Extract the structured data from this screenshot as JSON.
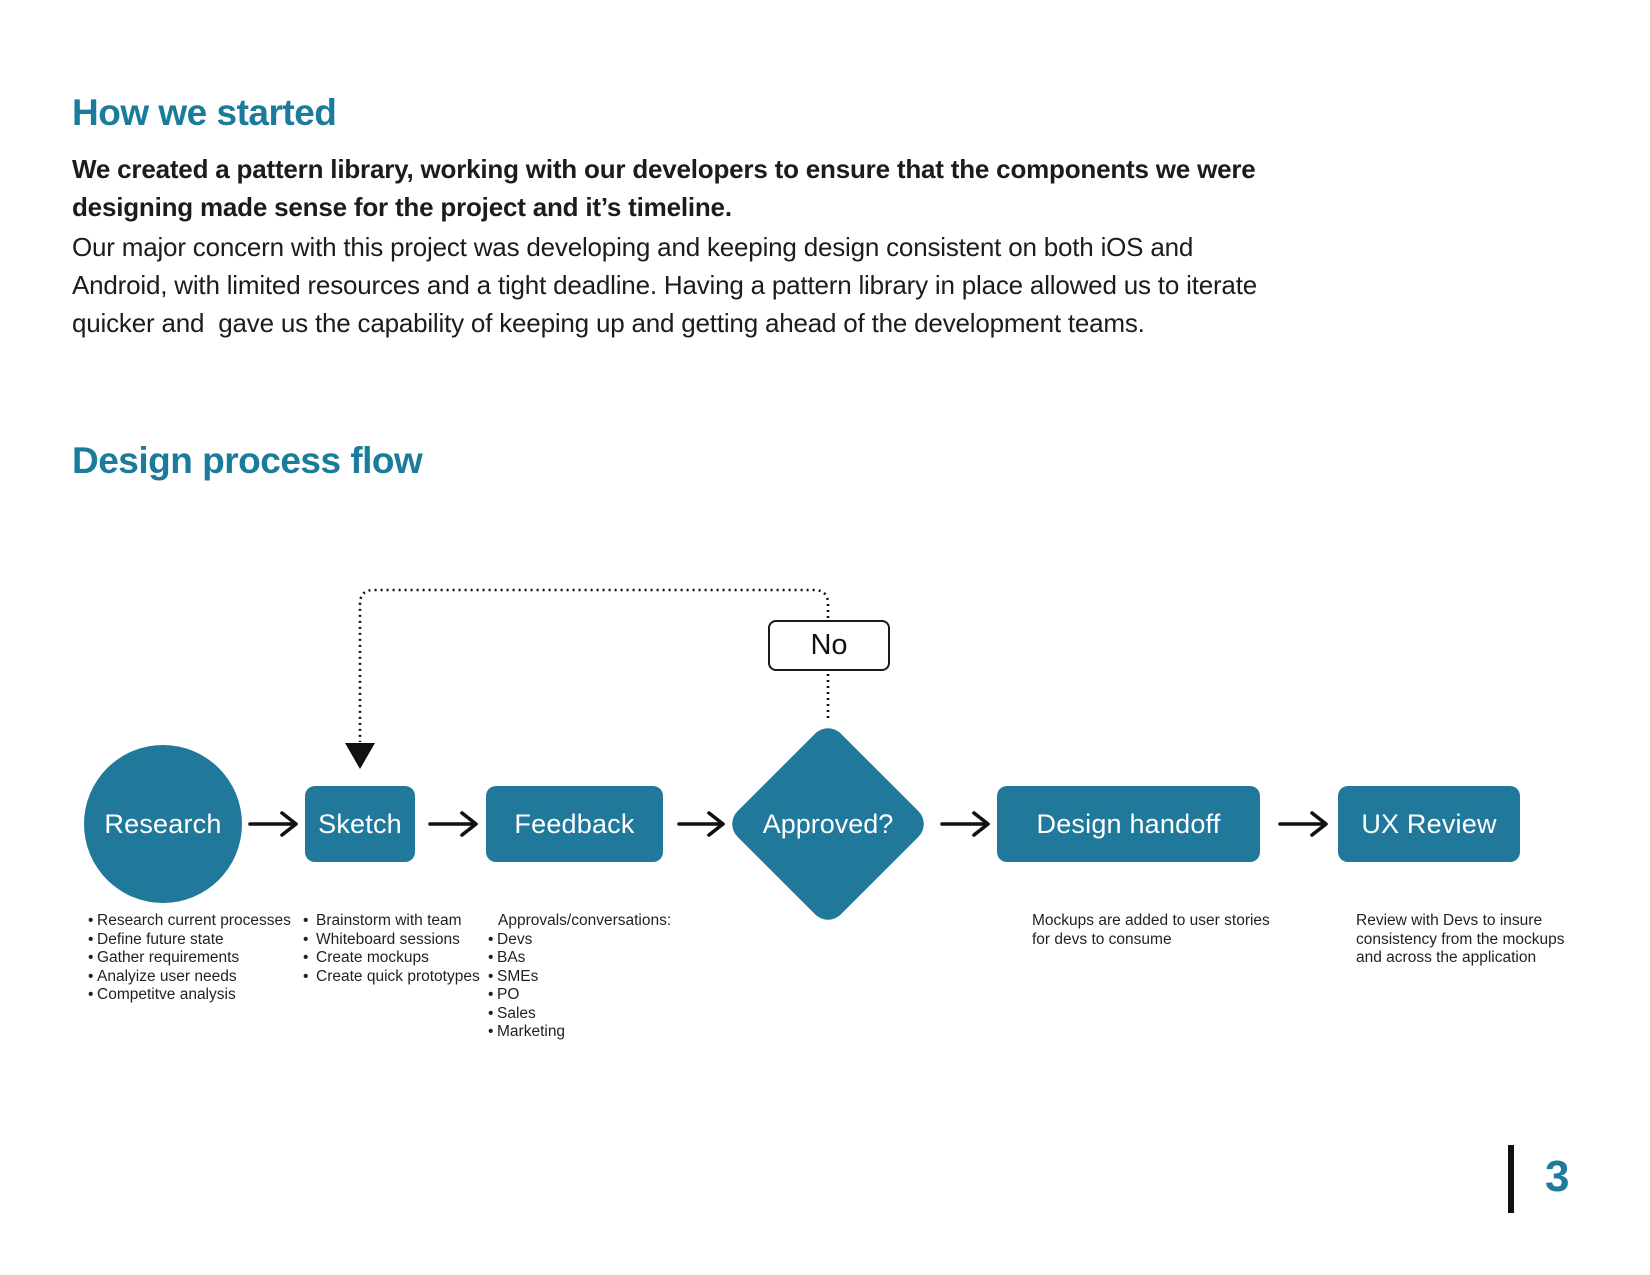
{
  "sections": {
    "how_we_started": {
      "title": "How we started",
      "bold_lines": [
        "We created a pattern library, working with our developers to ensure that the components we were",
        "designing made sense for the project and it’s timeline."
      ],
      "body_lines": [
        "Our major concern with this project was developing and keeping design consistent on both iOS and",
        "Android, with limited resources and a tight deadline. Having a pattern library in place allowed us to iterate",
        "quicker and  gave us the capability of keeping up and getting ahead of the development teams."
      ]
    },
    "design_process_flow": {
      "title": "Design process flow"
    }
  },
  "flow": {
    "no_label": "No",
    "nodes": {
      "research": {
        "label": "Research",
        "bullets": [
          "Research current processes",
          "Define future state",
          "Gather requirements",
          "Analyize user needs",
          "Competitve analysis"
        ]
      },
      "sketch": {
        "label": "Sketch",
        "bullets": [
          "Brainstorm with team",
          "Whiteboard sessions",
          "Create mockups",
          "Create quick prototypes"
        ]
      },
      "feedback": {
        "label": "Feedback",
        "list_heading": "Approvals/conversations:",
        "bullets": [
          "Devs",
          "BAs",
          "SMEs",
          "PO",
          "Sales",
          "Marketing"
        ]
      },
      "approved": {
        "label": "Approved?"
      },
      "design_handoff": {
        "label": "Design handoff",
        "note_lines": [
          "Mockups are added to user stories",
          "for devs to consume"
        ]
      },
      "ux_review": {
        "label": "UX Review",
        "note_lines": [
          "Review with Devs to insure",
          "consistency from the mockups",
          "and across the application"
        ]
      }
    }
  },
  "footer": {
    "page_number": "3"
  },
  "colors": {
    "teal_shape": "#20799A",
    "teal_heading": "#1B7B9A",
    "text": "#1E1E1E"
  }
}
